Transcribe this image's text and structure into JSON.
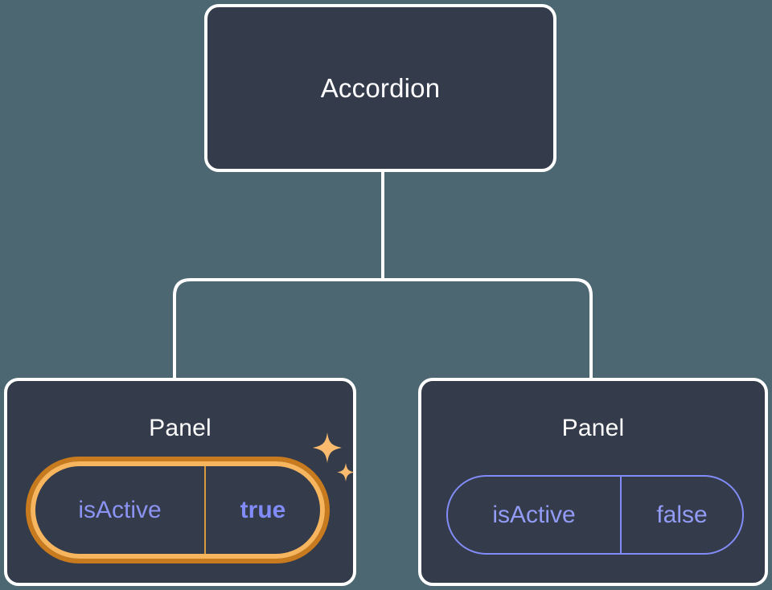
{
  "diagram": {
    "type": "component-tree",
    "background_color": "#4d6772",
    "node_fill_color": "#343b4a",
    "node_border_color": "#ffffff",
    "connector_color": "#ffffff",
    "accent_highlight_color": "#f7b65d",
    "accent_highlight_outer_color": "#c87a1e",
    "prop_text_color": "#818cf8",
    "root": {
      "title": "Accordion"
    },
    "children": [
      {
        "title": "Panel",
        "highlighted": true,
        "prop": {
          "name": "isActive",
          "value": "true"
        },
        "sparkle_icons": [
          "sparkle-large-icon",
          "sparkle-small-icon"
        ]
      },
      {
        "title": "Panel",
        "highlighted": false,
        "prop": {
          "name": "isActive",
          "value": "false"
        }
      }
    ]
  }
}
